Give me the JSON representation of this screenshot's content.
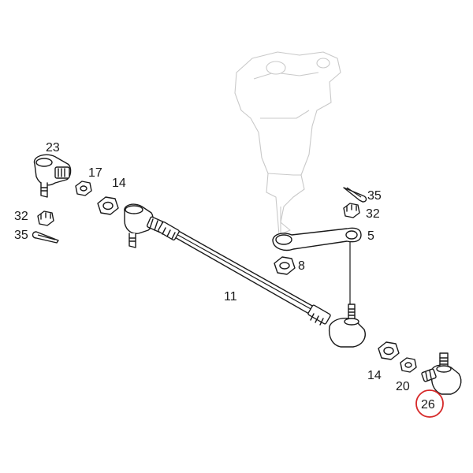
{
  "labels": {
    "p23": "23",
    "p17": "17",
    "p14_left": "14",
    "p32_left": "32",
    "p35_left": "35",
    "p11": "11",
    "p35_right": "35",
    "p32_right": "32",
    "p5": "5",
    "p8": "8",
    "p14_right": "14",
    "p20": "20",
    "p26": "26"
  },
  "highlight": {
    "part": "26",
    "color": "#d62828"
  },
  "colors": {
    "ink": "#1a1a1a",
    "ghost": "#c9c9c9"
  }
}
